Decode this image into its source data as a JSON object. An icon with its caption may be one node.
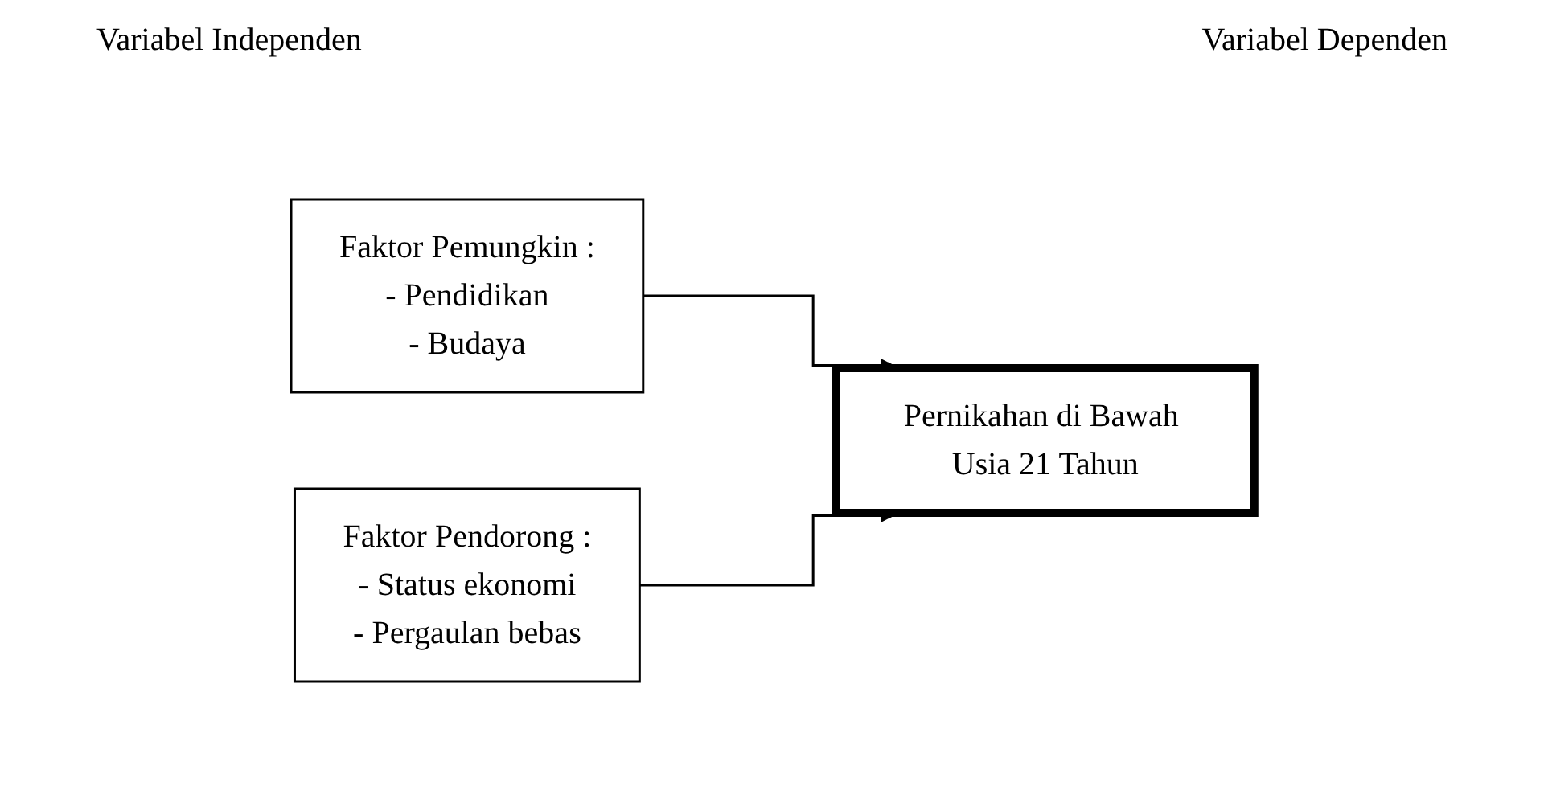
{
  "diagram": {
    "nodes": [
      {
        "text": [
          "Faktor Pemungkin :",
          "- Pendidikan",
          "- Budaya"
        ]
      },
      {
        "text": [
          "Faktor Pendorong :",
          "- Status ekonomi",
          "- Pergaulan bebas"
        ]
      },
      {
        "text": [
          "Pernikahan di Bawah Usia 21 Tahun"
        ]
      }
    ],
    "edges": [
      {
        "from": 0,
        "to": 2,
        "arrow": "to"
      },
      {
        "from": 1,
        "to": 2,
        "arrow": "to"
      }
    ],
    "labels": [
      "Variabel Independen",
      "Variabel Dependen"
    ]
  }
}
